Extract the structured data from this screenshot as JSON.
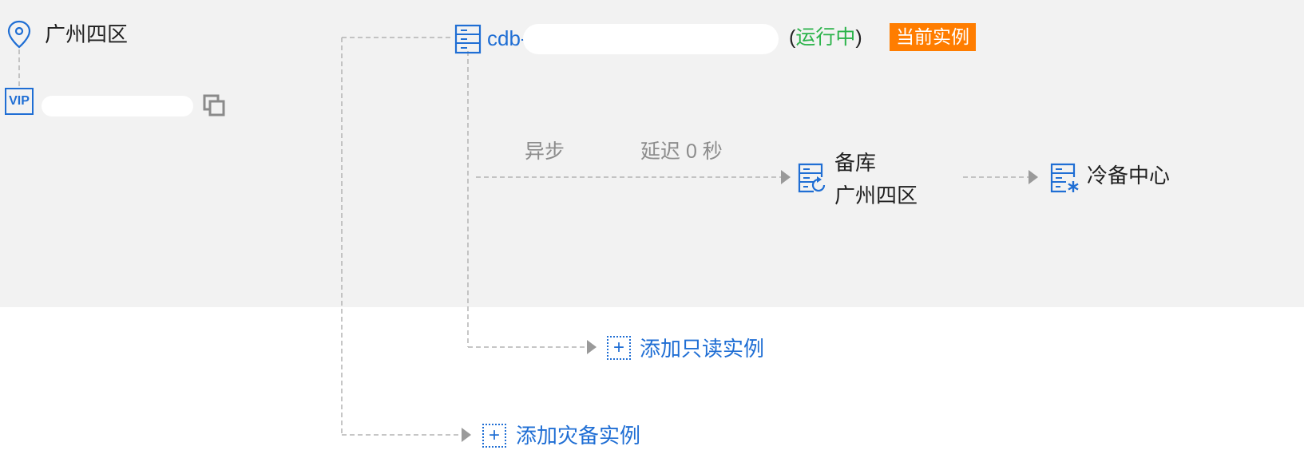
{
  "colors": {
    "accent": "#1f6ed4",
    "running": "#2bb34a",
    "badge": "#ff7d00",
    "panel_bg": "#f2f2f2",
    "connector": "#b3b3b3"
  },
  "region": {
    "icon": "location-pin-icon",
    "label": "广州四区"
  },
  "vip": {
    "icon_label": "VIP",
    "copy_icon": "copy-icon"
  },
  "primary": {
    "icon": "database-icon",
    "name_prefix": "cdb-",
    "status_open": "(",
    "status": "运行中",
    "status_close": ")",
    "badge": "当前实例"
  },
  "replication": {
    "mode": "异步",
    "delay": "延迟 0 秒"
  },
  "standby": {
    "icon": "standby-database-icon",
    "title": "备库",
    "region": "广州四区"
  },
  "cold_backup": {
    "icon": "cold-backup-icon",
    "label": "冷备中心"
  },
  "actions": {
    "add_readonly": "添加只读实例",
    "add_disaster": "添加灾备实例"
  }
}
